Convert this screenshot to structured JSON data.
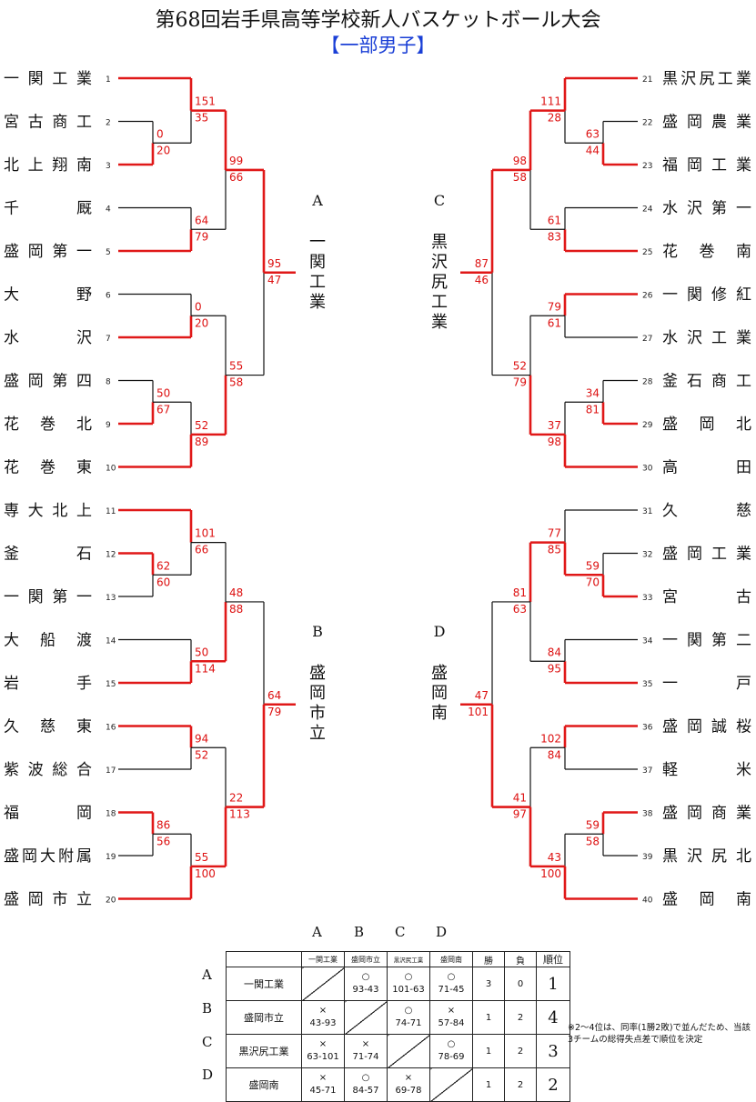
{
  "title": "第68回岩手県高等学校新人バスケットボール大会",
  "subtitle": "【一部男子】",
  "left_teams": [
    "一関工業",
    "宮古商工",
    "北上翔南",
    "千　　厩",
    "盛岡第一",
    "大　　野",
    "水　　沢",
    "盛岡第四",
    "花巻北",
    "花巻東",
    "専大北上",
    "釜　　石",
    "一関第一",
    "大船渡",
    "岩　　手",
    "久慈東",
    "紫波総合",
    "福　　岡",
    "盛岡大附属",
    "盛岡市立"
  ],
  "left_seeds": [
    "1",
    "2",
    "3",
    "4",
    "5",
    "6",
    "7",
    "8",
    "9",
    "10",
    "11",
    "12",
    "13",
    "14",
    "15",
    "16",
    "17",
    "18",
    "19",
    "20"
  ],
  "right_teams": [
    "黒沢尻工業",
    "盛岡農業",
    "福岡工業",
    "水沢第一",
    "花　巻　南",
    "一関修紅",
    "水沢工業",
    "釜石商工",
    "盛　岡　北",
    "高　　　田",
    "久　　　慈",
    "盛岡工業",
    "宮　　　古",
    "一関第二",
    "一　　　戸",
    "盛岡誠桜",
    "軽　　　米",
    "盛岡商業",
    "黒沢尻北",
    "盛　岡　南"
  ],
  "right_seeds": [
    "21",
    "22",
    "23",
    "24",
    "25",
    "26",
    "27",
    "28",
    "29",
    "30",
    "31",
    "32",
    "33",
    "34",
    "35",
    "36",
    "37",
    "38",
    "39",
    "40"
  ],
  "scores": {
    "left_top": [
      "151",
      "35",
      "0",
      "20",
      "99",
      "66",
      "64",
      "79",
      "95",
      "47",
      "0",
      "20",
      "50",
      "67",
      "55",
      "58",
      "52",
      "89"
    ],
    "left_bottom": [
      "101",
      "66",
      "62",
      "60",
      "48",
      "88",
      "50",
      "114",
      "64",
      "79",
      "94",
      "52",
      "86",
      "56",
      "22",
      "113",
      "55",
      "100"
    ],
    "right_top": [
      "111",
      "28",
      "63",
      "44",
      "98",
      "58",
      "61",
      "83",
      "87",
      "46",
      "79",
      "61",
      "34",
      "81",
      "52",
      "79",
      "37",
      "98"
    ],
    "right_bottom": [
      "77",
      "85",
      "59",
      "70",
      "81",
      "63",
      "84",
      "95",
      "47",
      "101",
      "102",
      "84",
      "59",
      "58",
      "41",
      "97",
      "43",
      "100"
    ]
  },
  "blocks": [
    {
      "letter": "A",
      "winner": [
        "一",
        "関",
        "工",
        "業"
      ]
    },
    {
      "letter": "B",
      "winner": [
        "盛",
        "岡",
        "市",
        "立"
      ]
    },
    {
      "letter": "C",
      "winner": [
        "黒",
        "沢",
        "尻",
        "工",
        "業"
      ]
    },
    {
      "letter": "D",
      "winner": [
        "盛",
        "岡",
        "南"
      ]
    }
  ],
  "league": {
    "col_letters": [
      "A",
      "B",
      "C",
      "D"
    ],
    "col_heads": [
      "一関工業",
      "盛岡市立",
      "黒沢尻工業",
      "盛岡南",
      "勝",
      "負",
      "順位"
    ],
    "rows": [
      {
        "letter": "A",
        "name": "一関工業",
        "cells": [
          [
            "",
            ""
          ],
          [
            "○",
            "93-43"
          ],
          [
            "○",
            "101-63"
          ],
          [
            "○",
            "71-45"
          ]
        ],
        "win": "3",
        "loss": "0",
        "rank": "1"
      },
      {
        "letter": "B",
        "name": "盛岡市立",
        "cells": [
          [
            "×",
            "43-93"
          ],
          [
            "",
            ""
          ],
          [
            "○",
            "74-71"
          ],
          [
            "×",
            "57-84"
          ]
        ],
        "win": "1",
        "loss": "2",
        "rank": "4"
      },
      {
        "letter": "C",
        "name": "黒沢尻工業",
        "cells": [
          [
            "×",
            "63-101"
          ],
          [
            "×",
            "71-74"
          ],
          [
            "",
            ""
          ],
          [
            "○",
            "78-69"
          ]
        ],
        "win": "1",
        "loss": "2",
        "rank": "3"
      },
      {
        "letter": "D",
        "name": "盛岡南",
        "cells": [
          [
            "×",
            "45-71"
          ],
          [
            "○",
            "84-57"
          ],
          [
            "×",
            "69-78"
          ],
          [
            "",
            ""
          ]
        ],
        "win": "1",
        "loss": "2",
        "rank": "2"
      }
    ],
    "note": "※2～4位は、同率(1勝2敗)で並んだため、当該3チームの総得失点差で順位を決定"
  },
  "colors": {
    "winner_line": "#e01818",
    "score": "#dd1111",
    "subtitle": "#1a3fd6"
  }
}
